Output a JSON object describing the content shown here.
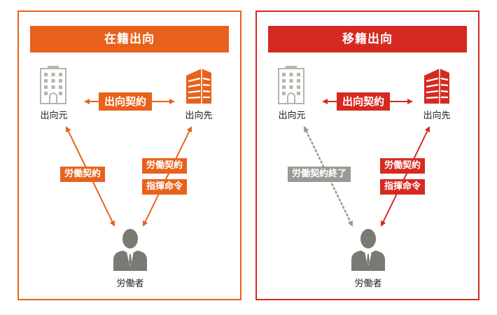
{
  "colors": {
    "orange": "#e8621c",
    "red": "#d52a22",
    "gray": "#9a9a94",
    "person": "#7a7a74",
    "building_gray": "#b5b5ae"
  },
  "left_panel": {
    "title": "在籍出向",
    "origin_label": "出向元",
    "destination_label": "出向先",
    "worker_label": "労働者",
    "contract_label": "出向契約",
    "origin_worker_label": "労働契約",
    "dest_worker_labels": [
      "労働契約",
      "指揮命令"
    ]
  },
  "right_panel": {
    "title": "移籍出向",
    "origin_label": "出向元",
    "destination_label": "出向先",
    "worker_label": "労働者",
    "contract_label": "出向契約",
    "origin_worker_label": "労働契約終了",
    "dest_worker_labels": [
      "労働契約",
      "指揮命令"
    ]
  }
}
